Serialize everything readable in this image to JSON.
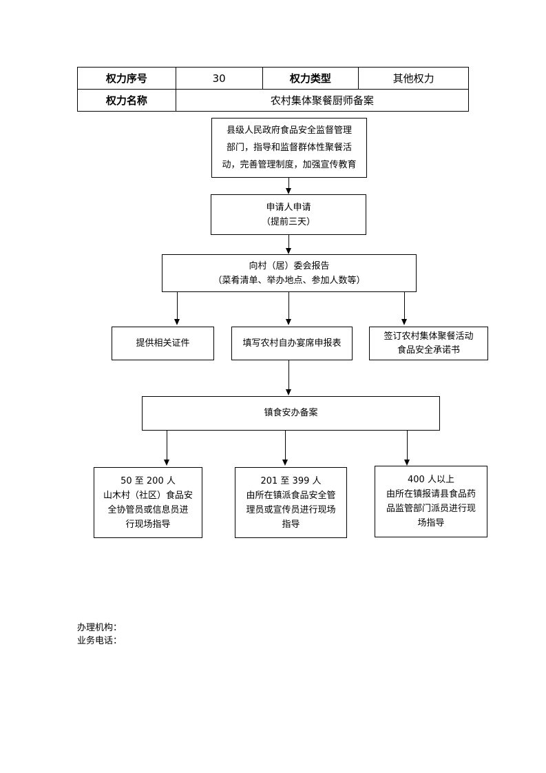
{
  "info_table": {
    "seq_label": "权力序号",
    "seq_value": "30",
    "type_label": "权力类型",
    "type_value": "其他权力",
    "name_label": "权力名称",
    "name_value": "农村集体聚餐厨师备案"
  },
  "flow": {
    "step1": {
      "line1": "县级人民政府食品安全监督管理",
      "line2": "部门，指导和监督群体性聚餐活",
      "line3": "动，完善管理制度，加强宣传教育"
    },
    "step2": {
      "line1": "申请人申请",
      "line2": "（提前三天）"
    },
    "step3": {
      "line1": "向村（居）委会报告",
      "line2": "（菜肴清单、举办地点、参加人数等）"
    },
    "branch_left": {
      "line1": "提供相关证件"
    },
    "branch_middle": {
      "line1": "填写农村自办宴席申报表"
    },
    "branch_right": {
      "line1": "签订农村集体聚餐活动",
      "line2": "食品安全承诺书"
    },
    "step5": {
      "line1": "镇食安办备案"
    },
    "guide_a": {
      "line1": "50 至 200 人",
      "line2": "山木村（社区）食品安",
      "line3": "全协管员或信息员进",
      "line4": "行现场指导"
    },
    "guide_b": {
      "line1": "201 至 399 人",
      "line2": "由所在镇派食品安全管",
      "line3": "理员或宣传员进行现场",
      "line4": "指导"
    },
    "guide_c": {
      "line1": "400 人以上",
      "line2": "由所在镇报请县食品药",
      "line3": "品监管部门派员进行现",
      "line4": "场指导"
    }
  },
  "footer": {
    "office_label": "办理机构：",
    "phone_label": "业务电话："
  }
}
